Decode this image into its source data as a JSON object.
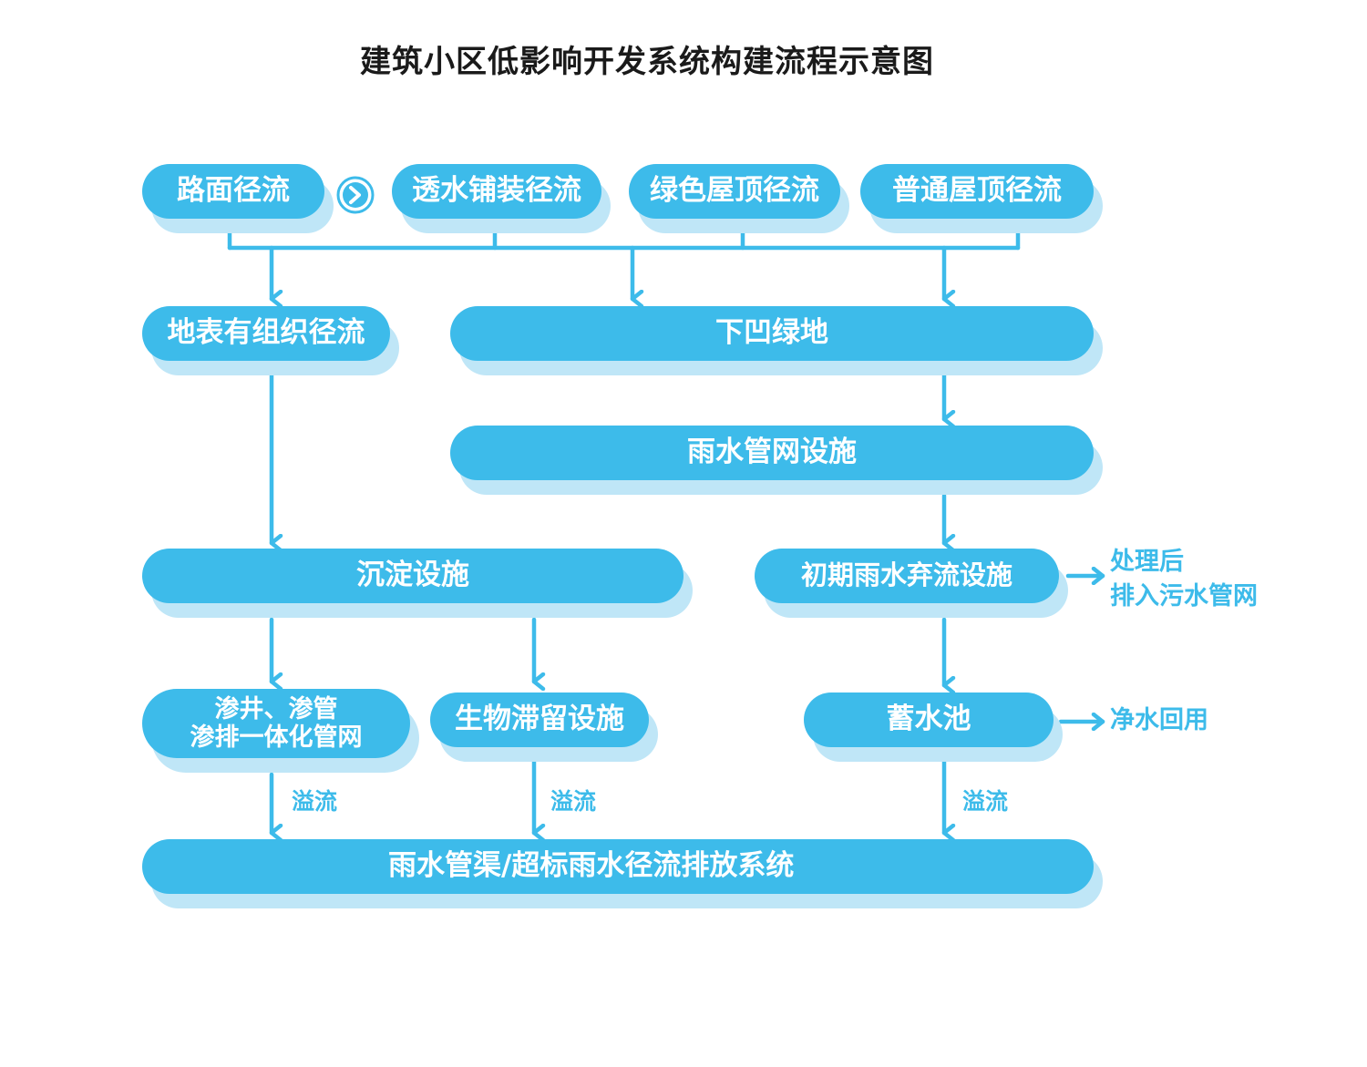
{
  "title": "建筑小区低影响开发系统构建流程示意图",
  "nodes": {
    "road_runoff": "路面径流",
    "permeable_runoff": "透水铺装径流",
    "green_roof_runoff": "绿色屋顶径流",
    "ordinary_roof_runoff": "普通屋顶径流",
    "surface_organized_runoff": "地表有组织径流",
    "sunken_greenland": "下凹绿地",
    "rain_pipe_facility": "雨水管网设施",
    "sedimentation": "沉淀设施",
    "initial_diversion": "初期雨水弃流设施",
    "infiltration_line1": "渗井、渗管",
    "infiltration_line2": "渗排一体化管网",
    "bio_retention": "生物滞留设施",
    "storage_tank": "蓄水池",
    "final_system": "雨水管渠/超标雨水径流排放系统"
  },
  "outputs": {
    "treated_line1": "处理后",
    "treated_line2": "排入污水管网",
    "reuse": "净水回用"
  },
  "edge_labels": {
    "overflow_1": "溢流",
    "overflow_2": "溢流",
    "overflow_3": "溢流"
  },
  "colors": {
    "pill": "#3dbbea",
    "shadow": "#bfe6f7",
    "text": "#ffffff",
    "title": "#1a1a1a"
  }
}
